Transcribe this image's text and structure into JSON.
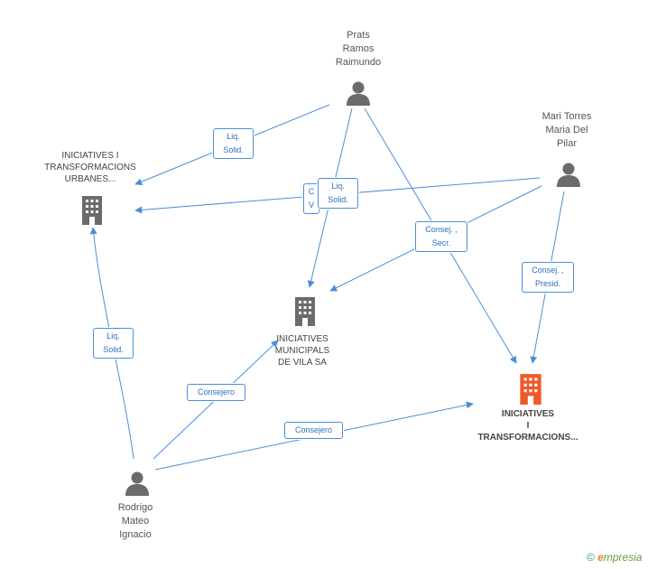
{
  "colors": {
    "edge": "#4a8fd8",
    "person": "#6b6b6b",
    "company": "#6b6b6b",
    "company_main": "#f05a28"
  },
  "nodes": {
    "prats": "Prats\nRamos\nRaimundo",
    "mari": "Mari Torres\nMaria Del\nPilar",
    "rodrigo": "Rodrigo\nMateo\nIgnacio",
    "iniciatives_urbanes": "INICIATIVES I\nTRANSFORMACIONS\nURBANES...",
    "iniciatives_municipals": "INICIATIVES\nMUNICIPALS\nDE VILA SA",
    "iniciatives_main": "INICIATIVES\nI\nTRANSFORMACIONS..."
  },
  "edge_labels": {
    "liq_solid_1": "Liq.\nSolid.",
    "liq_solid_2": "Liq.\nSolid.",
    "liq_solid_3": "Liq.\nSolid.",
    "vice_partial": "C\nV",
    "consej_secr": "Consej. ,\nSecr.",
    "consej_presid": "Consej. ,\nPresid.",
    "consejero_1": "Consejero",
    "consejero_2": "Consejero"
  },
  "footer": {
    "copyright": "©",
    "brand_e": "e",
    "brand_rest": "mpresia"
  }
}
